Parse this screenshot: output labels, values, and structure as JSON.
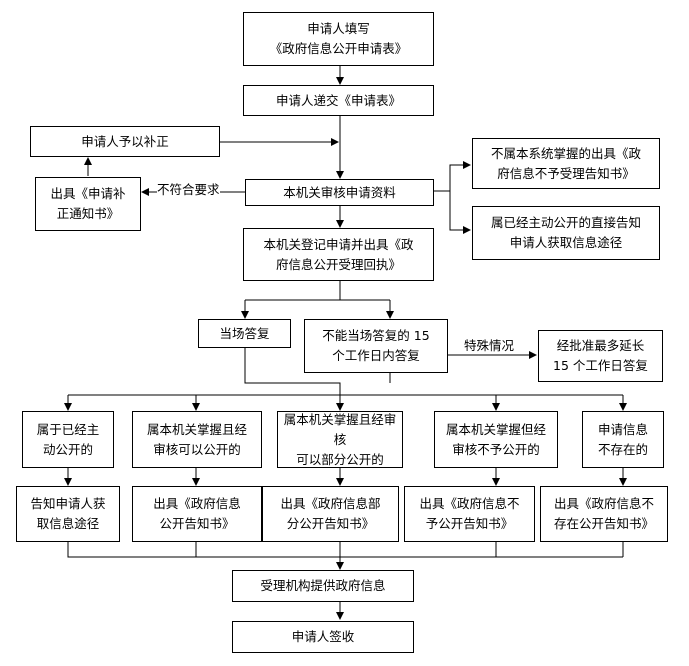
{
  "flowchart": {
    "nodes": {
      "fill_form": "申请人填写\n《政府信息公开申请表》",
      "submit_form": "申请人递交《申请表》",
      "supplement": "申请人予以补正",
      "correction_notice": "出具《申请补\n正通知书》",
      "review": "本机关审核申请资料",
      "not_held": "不属本系统掌握的出具《政\n府信息不予受理告知书》",
      "already_public": "属已经主动公开的直接告知\n申请人获取信息途径",
      "register": "本机关登记申请并出具《政\n府信息公开受理回执》",
      "on_the_spot": "当场答复",
      "within_15_days": "不能当场答复的 15\n个工作日内答复",
      "extension": "经批准最多延长\n15 个工作日答复",
      "cat_public": "属于已经主\n动公开的",
      "cat_disclosable": "属本机关掌握且经\n审核可以公开的",
      "cat_partial": "属本机关掌握且经审核\n可以部分公开的",
      "cat_not_disclosable": "属本机关掌握但经\n审核不予公开的",
      "cat_nonexistent": "申请信息\n不存在的",
      "out_inform_channel": "告知申请人获\n取信息途径",
      "out_disclosure_notice": "出具《政府信息\n公开告知书》",
      "out_partial_notice": "出具《政府信息部\n分公开告知书》",
      "out_nondisclosure_notice": "出具《政府信息不\n予公开告知书》",
      "out_nonexistent_notice": "出具《政府信息不\n存在公开告知书》",
      "provide_info": "受理机构提供政府信息",
      "sign_receipt": "申请人签收"
    },
    "edge_labels": {
      "non_compliant": "不符合要求",
      "special_circumstances": "特殊情况"
    }
  }
}
